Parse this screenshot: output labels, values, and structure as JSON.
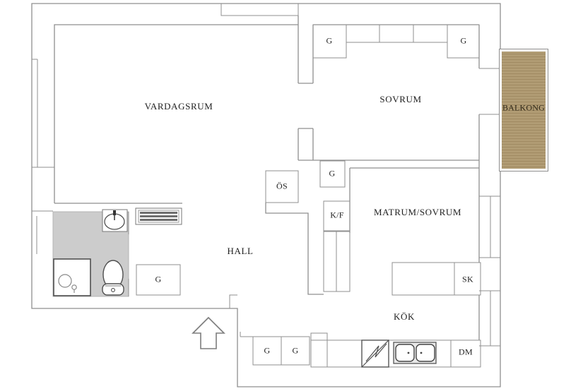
{
  "plan_title": "apartment-floor-plan",
  "colors": {
    "wall": "#8f8f8f",
    "fixture": "#4f4f4f",
    "text": "#1f1f1f",
    "bathroom_fill": "#cccccc",
    "balcony_wood": "#b19c74",
    "balcony_wood_stripe": "#a08a62",
    "balcony_text": "#2e2717"
  },
  "rooms": {
    "vardagsrum": "VARDAGSRUM",
    "sovrum": "SOVRUM",
    "balkong": "BALKONG",
    "matrum_sovrum": "MATRUM/SOVRUM",
    "hall": "HALL",
    "kok": "KÖK"
  },
  "fixtures": {
    "os": "ÖS",
    "kf": "K/F",
    "sk": "SK",
    "dm": "DM",
    "wardrobe": "G"
  },
  "icons": {
    "entrance_arrow": "arrow-up-outline",
    "stove": "zigzag-square",
    "kitchen_sink": "double-basin",
    "bathroom_sink": "oval-basin",
    "toilet": "toilet-top-view",
    "shower": "square-with-drain",
    "radiator": "striped-bars"
  }
}
